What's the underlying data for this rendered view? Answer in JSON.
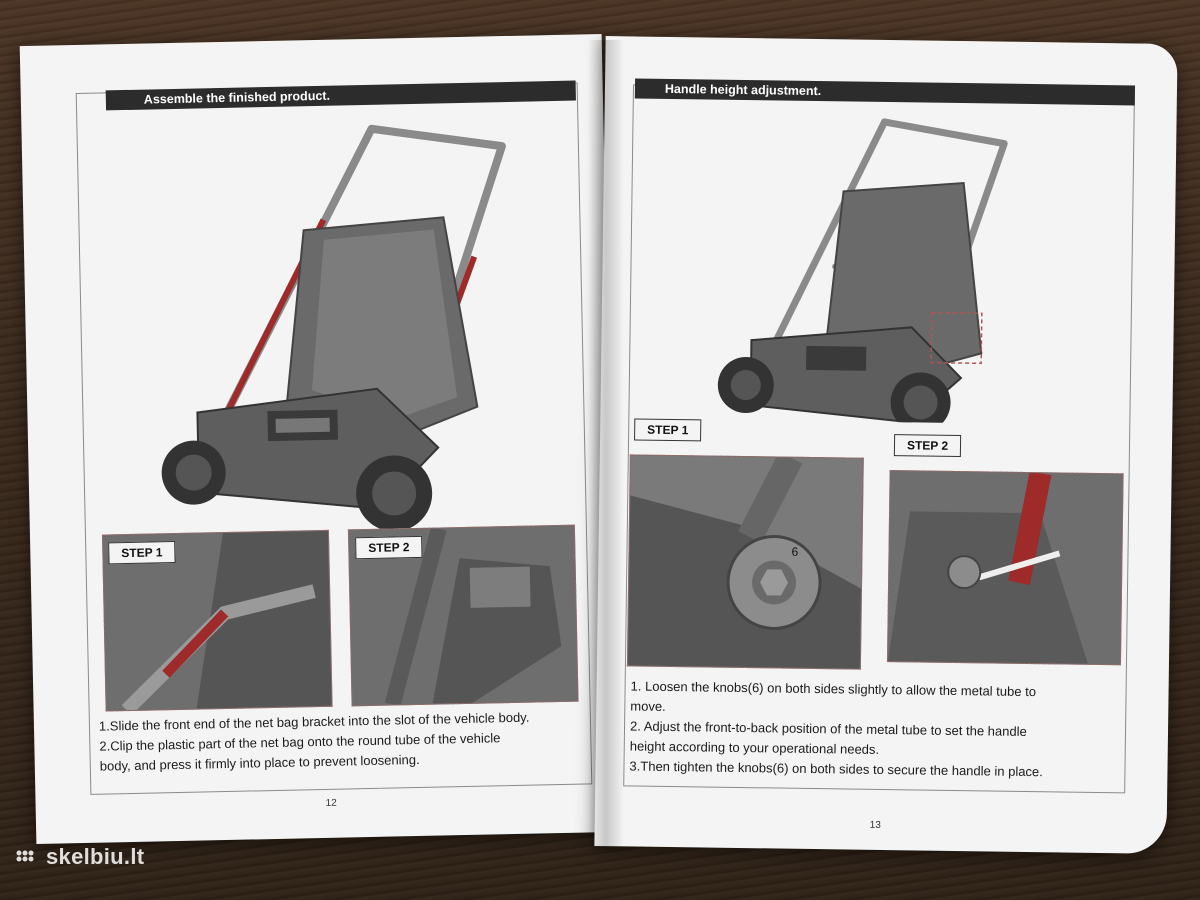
{
  "left_page": {
    "section_title": "Assemble the finished product.",
    "step1_label": "STEP 1",
    "step2_label": "STEP 2",
    "instructions": [
      "1.Slide the front end of the net bag bracket into the slot of the vehicle body.",
      "2.Clip the plastic part of the net bag onto the round tube of the vehicle",
      "body, and press it firmly into place to prevent loosening."
    ],
    "page_number": "12"
  },
  "right_page": {
    "section_title": "Handle height adjustment.",
    "step1_label": "STEP 1",
    "step2_label": "STEP 2",
    "knob_number": "6",
    "instructions": [
      "1.  Loosen the knobs(6) on both sides slightly to allow the metal tube to",
      "move.",
      "2. Adjust the front-to-back position of the metal tube to set the handle",
      "height according to your operational needs.",
      "3.Then tighten the knobs(6) on both sides to secure the handle in place."
    ],
    "page_number": "13"
  },
  "watermark": {
    "text": "skelbiu.lt"
  },
  "colors": {
    "handle_red": "#9e2a2a",
    "machine_gray": "#5e5e5e",
    "bar_dark": "#2c2c2c",
    "paper": "#f4f4f4"
  }
}
